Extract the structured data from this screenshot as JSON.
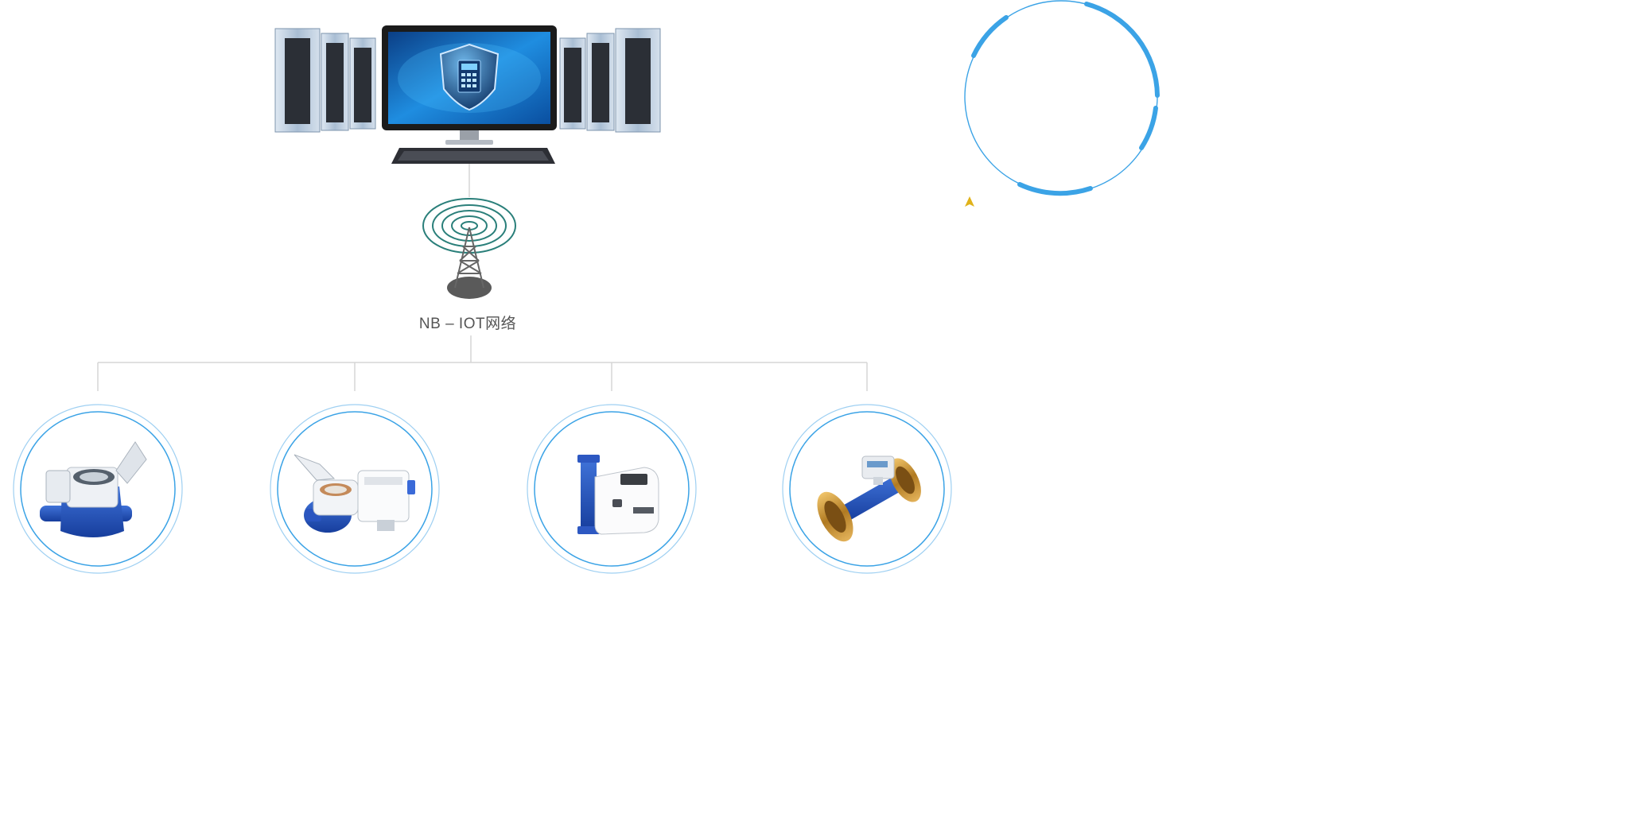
{
  "network": {
    "label": "NB – IOT网络"
  },
  "devices": [
    {
      "name": "dry-type-water-meter"
    },
    {
      "name": "smart-water-meter-side-module"
    },
    {
      "name": "valve-control-meter"
    },
    {
      "name": "flanged-large-water-meter"
    }
  ],
  "colors": {
    "accent": "#3ba3e6",
    "line": "#d6d6d6",
    "arrow": "#e0b21a"
  }
}
